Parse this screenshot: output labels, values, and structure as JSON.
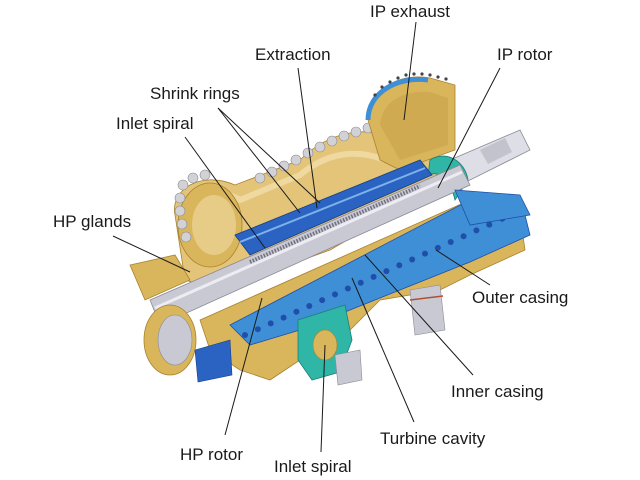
{
  "title": "Steam turbine cutaway (HP/IP)",
  "colors": {
    "casing_gold": "#d9b65c",
    "casing_gold_light": "#ecd69a",
    "casing_gold_dark": "#a8822e",
    "inner_blue": "#3f8fd6",
    "inner_blue_dark": "#1f4fa8",
    "teal": "#2fb6a6",
    "rotor_gray": "#b9b9c6",
    "rotor_gray_light": "#dedee6",
    "bolt_gray": "#c8c8c8",
    "line": "#1a1a1a",
    "text": "#1a1a1a"
  },
  "labels": [
    {
      "id": "ip-exhaust",
      "text": "IP exhaust"
    },
    {
      "id": "extraction",
      "text": "Extraction"
    },
    {
      "id": "ip-rotor",
      "text": "IP rotor"
    },
    {
      "id": "shrink-rings",
      "text": "Shrink rings"
    },
    {
      "id": "inlet-spiral-top",
      "text": "Inlet spiral"
    },
    {
      "id": "hp-glands",
      "text": "HP glands"
    },
    {
      "id": "outer-casing",
      "text": "Outer casing"
    },
    {
      "id": "inner-casing",
      "text": "Inner casing"
    },
    {
      "id": "turbine-cavity",
      "text": "Turbine cavity"
    },
    {
      "id": "hp-rotor",
      "text": "HP rotor"
    },
    {
      "id": "inlet-spiral-bottom",
      "text": "Inlet spiral"
    }
  ]
}
